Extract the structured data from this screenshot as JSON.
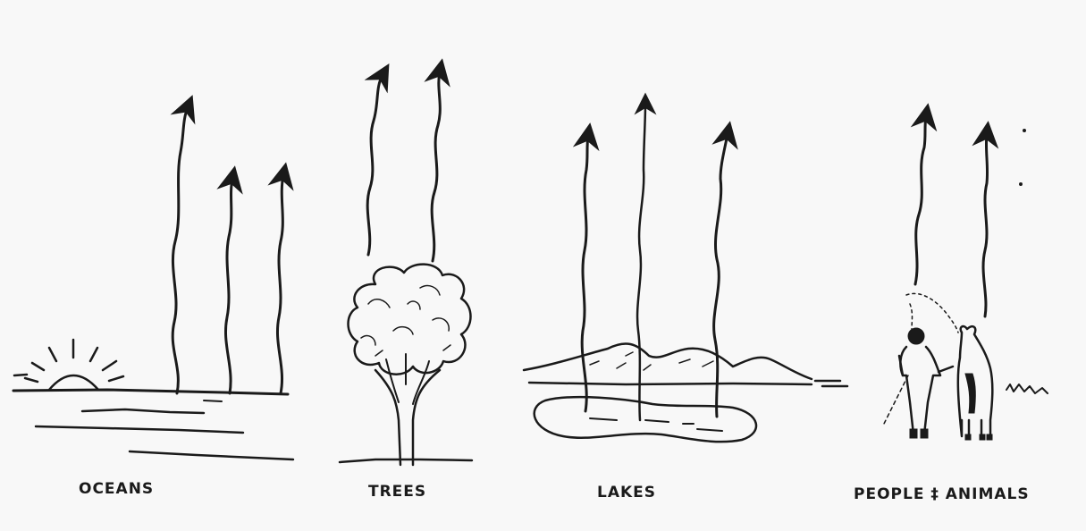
{
  "captions": {
    "oceans": "OCEANS",
    "trees": "TREES",
    "lakes": "LAKES",
    "people_animals": "PEOPLE ‡ ANIMALS"
  },
  "colors": {
    "ink": "#1a1a1a",
    "background": "#f8f8f8"
  },
  "icons": [
    "sun-icon",
    "tree-icon",
    "hills-icon",
    "person-icon",
    "horse-icon",
    "vapor-arrow-icon"
  ]
}
